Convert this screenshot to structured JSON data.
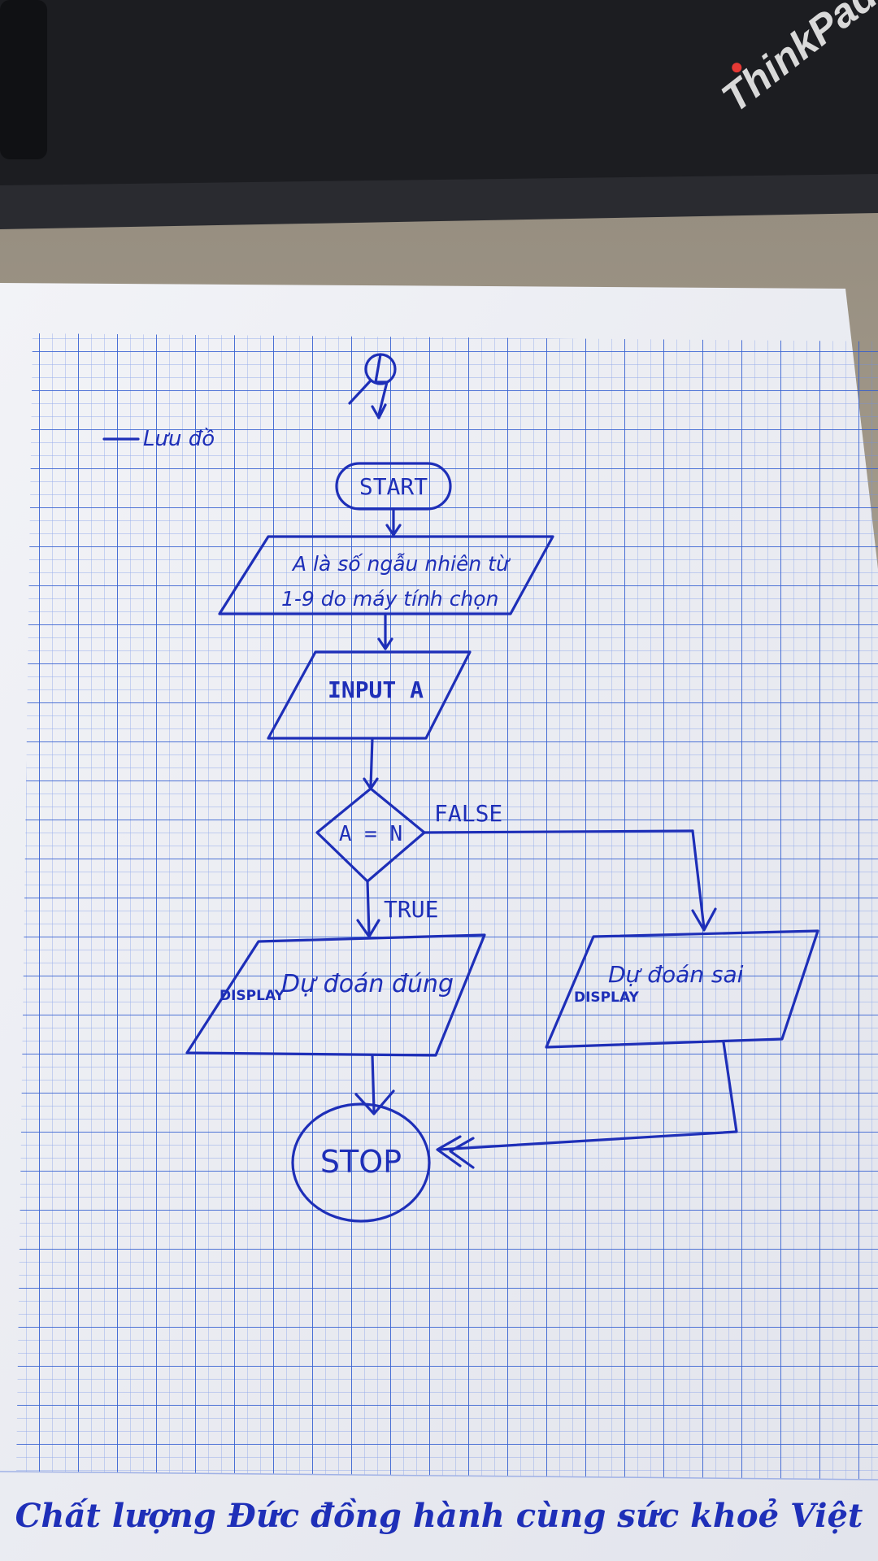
{
  "diagram": {
    "heading": "Lưu đồ",
    "start_label": "START",
    "random_box": {
      "line1": "A là số ngẫu nhiên từ",
      "line2": "1-9 do máy tính chọn"
    },
    "input_label": "INPUT A",
    "decision_label": "A = N",
    "false_label": "FALSE",
    "true_label": "TRUE",
    "display_true": {
      "prefix": "DISPLAY",
      "text": "Dự đoán đúng"
    },
    "display_false": {
      "prefix": "DISPLAY",
      "text": "Dự đoán sai"
    },
    "stop_label": "STOP"
  },
  "notebook": {
    "footer_slogan": "Chất lượng Đức đồng hành cùng sức khoẻ Việt"
  },
  "laptop": {
    "brand": "ThinkPad"
  },
  "colors": {
    "ink": "#1e2fb8",
    "grid": "#3a66d6",
    "paper": "#eef0f6",
    "desk": "#b9ae9c",
    "laptop": "#1c1d21"
  }
}
